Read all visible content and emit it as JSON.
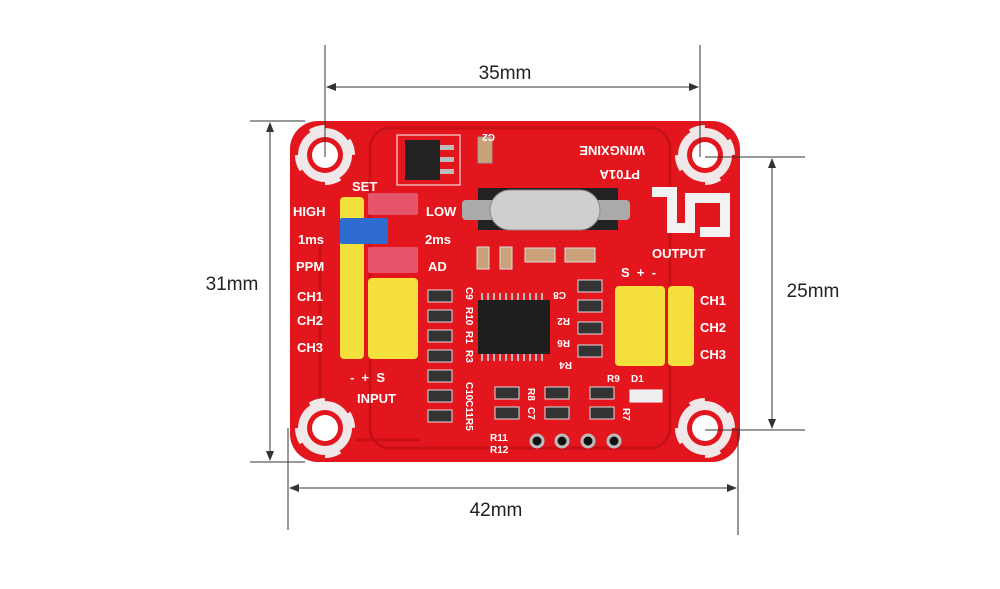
{
  "dimensions": {
    "top": "35mm",
    "left": "31mm",
    "right": "25mm",
    "bottom": "42mm"
  },
  "board": {
    "brand": "WINGXINE",
    "model": "PT01A",
    "colors": {
      "pcb": "#e3161e",
      "header": "#f4df3c",
      "jumper_red": "#e55468",
      "jumper_blue": "#2f6ccf"
    },
    "left_labels": [
      "HIGH",
      "1ms",
      "PPM",
      "CH1",
      "CH2",
      "CH3"
    ],
    "mid_labels": [
      "SET",
      "LOW",
      "2ms",
      "AD"
    ],
    "input_pins": "-  +  S",
    "input_label": "INPUT",
    "output_label": "OUTPUT",
    "output_pins": "S  +  -",
    "right_labels": [
      "CH1",
      "CH2",
      "CH3"
    ],
    "components_left": [
      "C9",
      "R10",
      "R1",
      "R3",
      "C10",
      "C11",
      "R5"
    ],
    "components_right": [
      "C8",
      "R2",
      "R6",
      "R4"
    ],
    "components_bottom": [
      "R9",
      "D1",
      "R8",
      "C7",
      "R7",
      "R11",
      "R12",
      "C2"
    ]
  }
}
